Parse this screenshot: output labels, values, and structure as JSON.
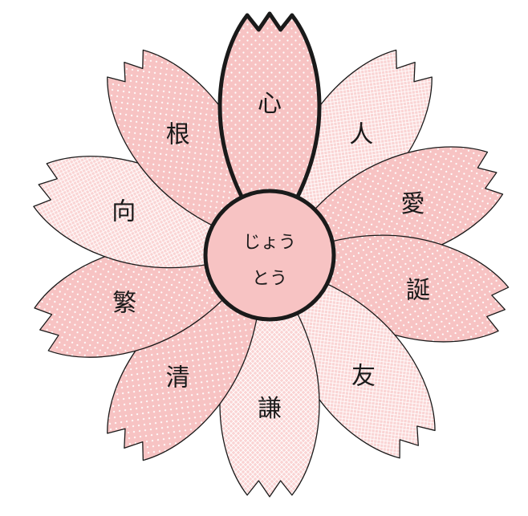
{
  "center": {
    "line1": "じょう",
    "line2": "とう"
  },
  "petals": [
    {
      "id": "heart",
      "label": "心",
      "angle": 0,
      "dist": 1.0,
      "pattern": "dots",
      "highlight": true
    },
    {
      "id": "person",
      "label": "人",
      "angle": 37,
      "dist": 1.0,
      "pattern": "cross",
      "highlight": false
    },
    {
      "id": "love",
      "label": "愛",
      "angle": 70,
      "dist": 1.0,
      "pattern": "dots",
      "highlight": false
    },
    {
      "id": "birth",
      "label": "誕",
      "angle": 103,
      "dist": 1.0,
      "pattern": "dots",
      "highlight": false
    },
    {
      "id": "friend",
      "label": "友",
      "angle": 142,
      "dist": 1.0,
      "pattern": "cross",
      "highlight": false
    },
    {
      "id": "humble",
      "label": "謙",
      "angle": 180,
      "dist": 1.0,
      "pattern": "cross",
      "highlight": false
    },
    {
      "id": "pure",
      "label": "清",
      "angle": 217,
      "dist": 1.0,
      "pattern": "dots",
      "highlight": false
    },
    {
      "id": "numerous",
      "label": "繁",
      "angle": 252,
      "dist": 1.0,
      "pattern": "dots",
      "highlight": false
    },
    {
      "id": "direction",
      "label": "向",
      "angle": 287,
      "dist": 1.0,
      "pattern": "cross",
      "highlight": false
    },
    {
      "id": "root",
      "label": "根",
      "angle": 323,
      "dist": 1.0,
      "pattern": "dots",
      "highlight": false
    }
  ],
  "colors": {
    "petal_fill": "#f7c3c3",
    "petal_fill_light": "#fad4d4",
    "outline": "#1a1a1a",
    "center_fill": "#f7c3c3"
  }
}
